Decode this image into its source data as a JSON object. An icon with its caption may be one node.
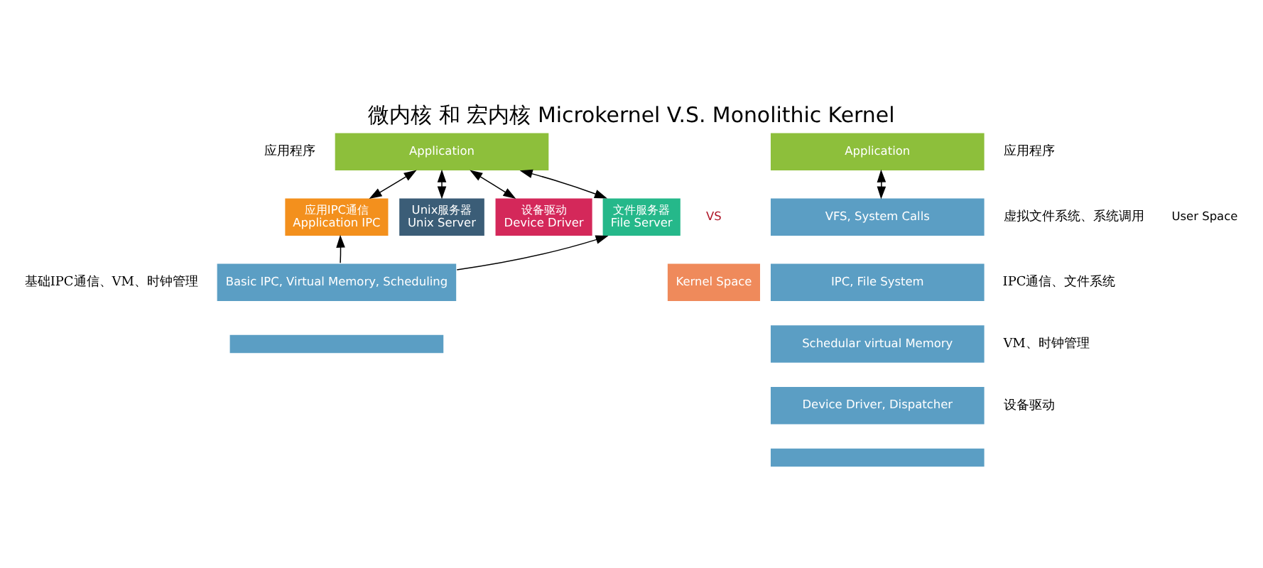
{
  "diagram": {
    "title": "微内核 和 宏内核 Microkernel V.S. Monolithic Kernel",
    "nodes": [
      {
        "text": [
          "Application"
        ],
        "beside": [
          "应用程序"
        ]
      },
      {
        "text": [
          "应用IPC通信",
          "Application IPC"
        ]
      },
      {
        "text": [
          "Unix服务器",
          "Unix Server"
        ]
      },
      {
        "text": [
          "设备驱动",
          "Device Driver"
        ]
      },
      {
        "text": [
          "文件服务器",
          "File Server"
        ]
      },
      {
        "text": [
          "Basic IPC, Virtual Memory, Scheduling"
        ],
        "beside": [
          "基础IPC通信、VM、时钟管理"
        ]
      },
      {
        "text": [],
        "shape": "bar"
      },
      {
        "text": [
          "VS"
        ]
      },
      {
        "text": [
          "Kernel Space"
        ]
      },
      {
        "text": [
          "Application"
        ],
        "beside": [
          "应用程序"
        ]
      },
      {
        "text": [
          "VFS, System Calls"
        ],
        "beside": [
          "虚拟文件系统、系统调用"
        ]
      },
      {
        "text": [
          "IPC, File System"
        ],
        "beside": [
          "IPC通信、文件系统"
        ]
      },
      {
        "text": [
          "Schedular virtual Memory"
        ],
        "beside": [
          "VM、时钟管理"
        ]
      },
      {
        "text": [
          "Device Driver, Dispatcher"
        ],
        "beside": [
          "设备驱动"
        ]
      },
      {
        "text": [],
        "shape": "bar"
      }
    ],
    "edges": [
      {
        "from": 0,
        "to": 1,
        "arrow": "both"
      },
      {
        "from": 0,
        "to": 2,
        "arrow": "both"
      },
      {
        "from": 0,
        "to": 3,
        "arrow": "both"
      },
      {
        "from": 0,
        "to": 4,
        "arrow": "both"
      },
      {
        "from": 5,
        "to": 1,
        "arrow": "to"
      },
      {
        "from": 5,
        "to": 4,
        "arrow": "to"
      },
      {
        "from": 9,
        "to": 10,
        "arrow": "both"
      }
    ],
    "labels": [
      "User Space"
    ]
  }
}
